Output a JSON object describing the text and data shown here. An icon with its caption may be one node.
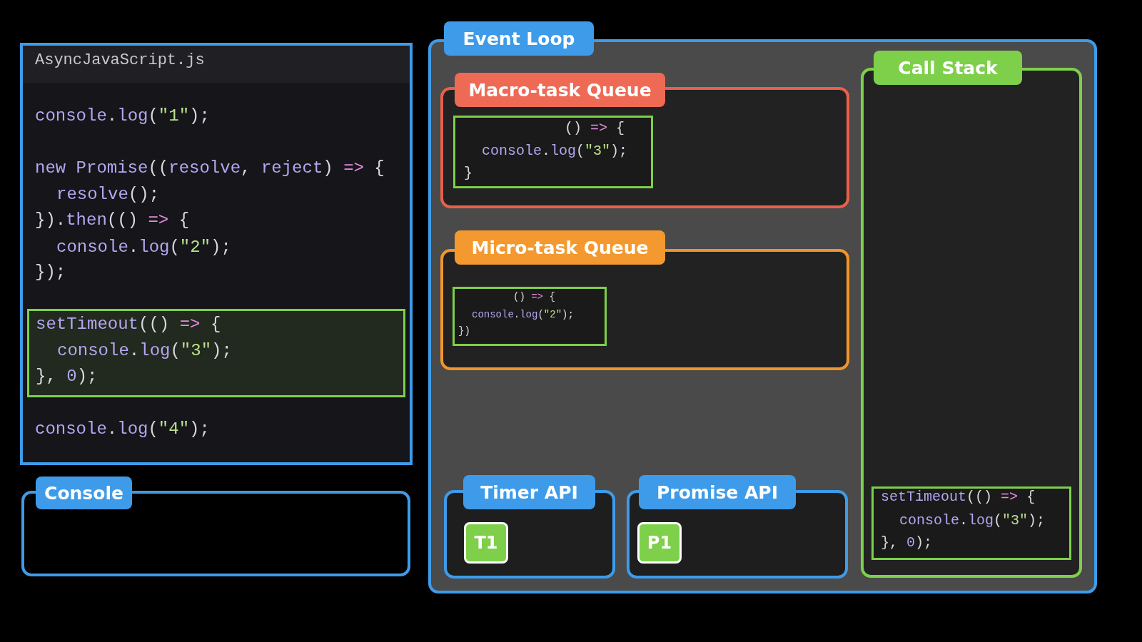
{
  "diagram": {
    "nodes": [
      {
        "text": [
          "AsyncJavaScript.js",
          "console.log(\"1\");",
          "new Promise((resolve, reject) => {",
          "resolve();",
          "}).then(() => {",
          "console.log(\"2\");",
          "});",
          "console.log(\"4\");"
        ]
      },
      {
        "text": [
          "setTimeout(() => {",
          "console.log(\"3\");",
          "}, 0);"
        ],
        "in": 0
      },
      {
        "text": [
          "Console"
        ]
      },
      {
        "text": [
          "Event Loop"
        ]
      },
      {
        "text": [
          "Macro-task Queue"
        ],
        "in": 3
      },
      {
        "text": [
          "() => {",
          "console.log(\"3\");",
          "}"
        ],
        "in": 4
      },
      {
        "text": [
          "Micro-task Queue"
        ],
        "in": 3
      },
      {
        "text": [
          "() => {",
          "console.log(\"2\");",
          "})"
        ],
        "in": 6
      },
      {
        "text": [
          "Timer API"
        ],
        "in": 3
      },
      {
        "text": [
          "T1"
        ],
        "in": 8
      },
      {
        "text": [
          "Promise API"
        ],
        "in": 3
      },
      {
        "text": [
          "P1"
        ],
        "in": 10
      },
      {
        "text": [
          "Call Stack"
        ],
        "in": 3
      },
      {
        "text": [
          "setTimeout(() => {",
          "console.log(\"3\");",
          "}, 0);"
        ],
        "in": 12
      }
    ]
  }
}
